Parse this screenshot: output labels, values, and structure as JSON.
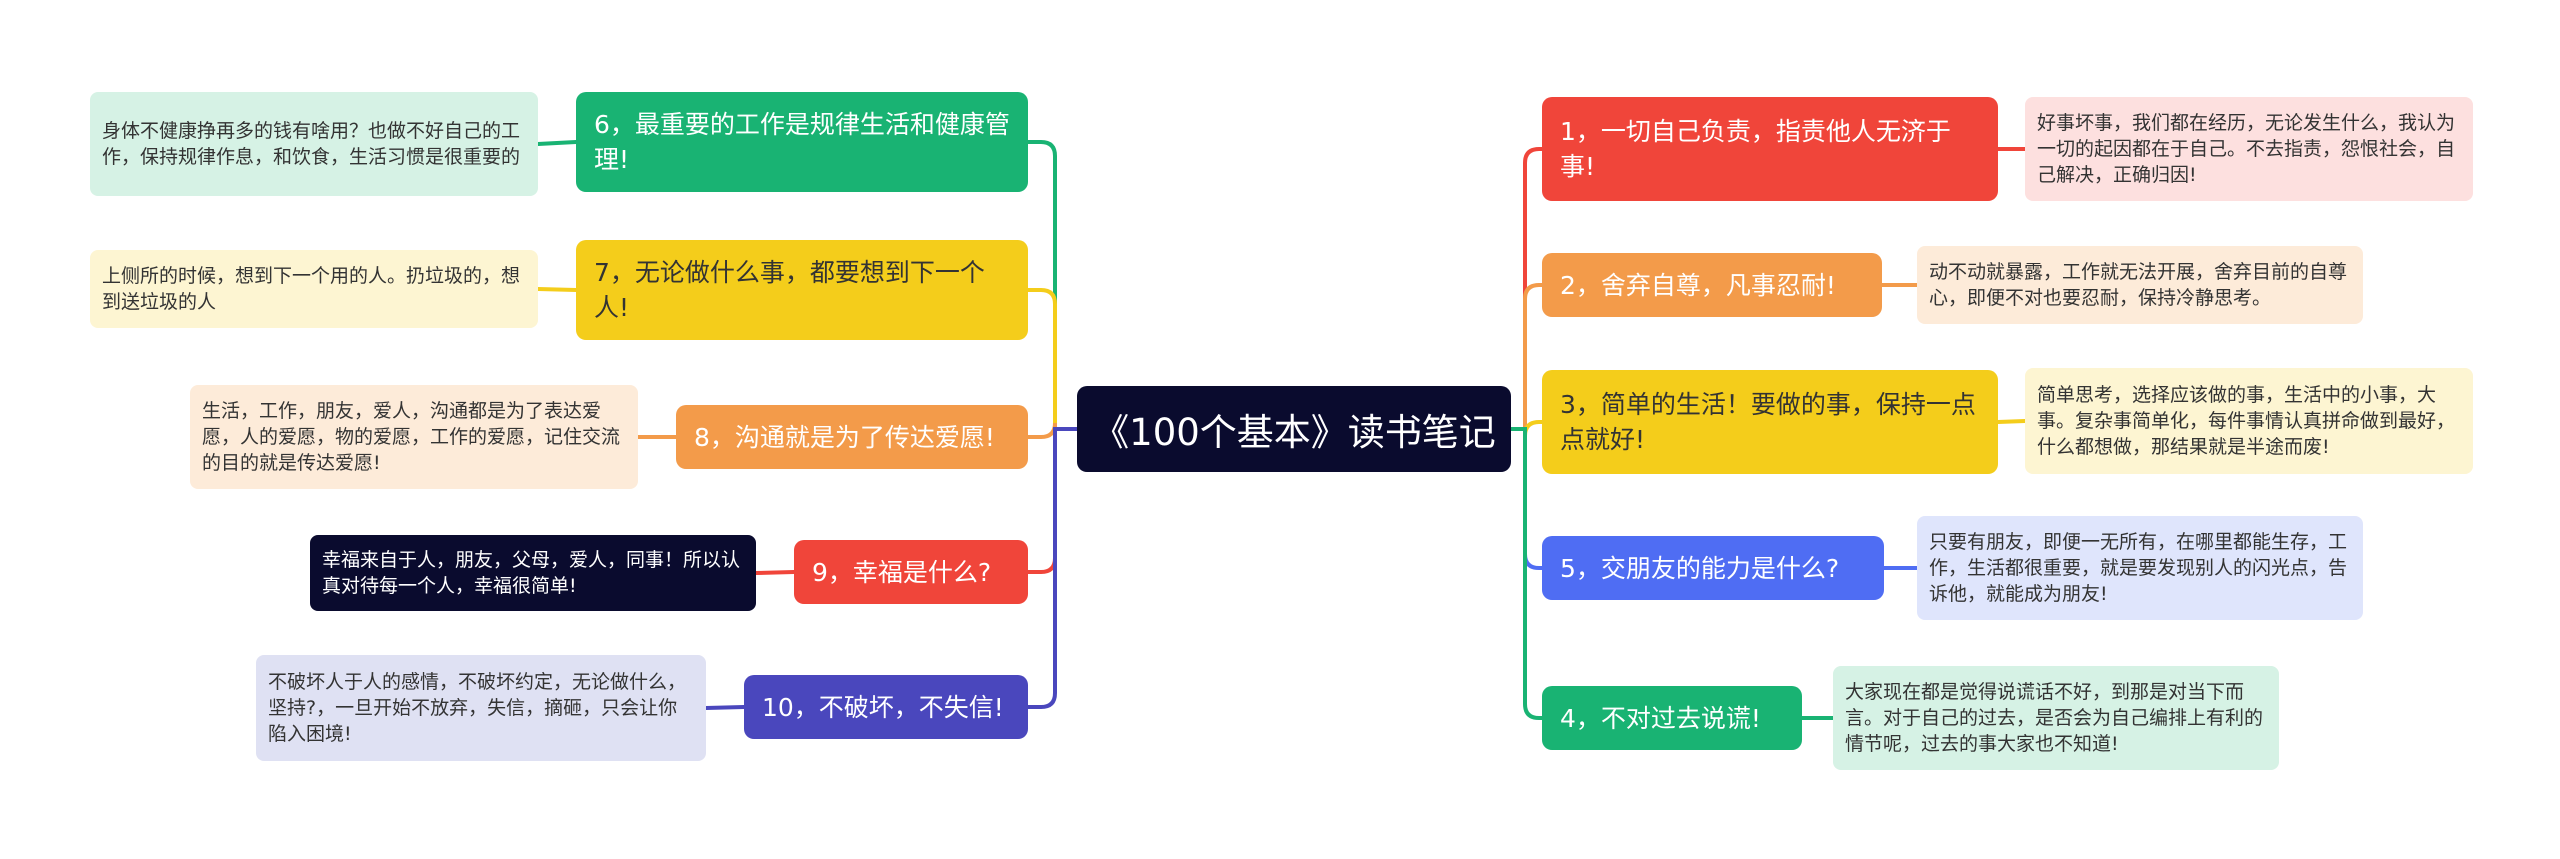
{
  "colors": {
    "red": "#f0453a",
    "orange": "#f39b4a",
    "yellow": "#f4cd1b",
    "blue": "#4f6df3",
    "green": "#19b373",
    "indigo": "#4a47bd",
    "center_bg": "#0a0b2e"
  },
  "center": {
    "title": "《100个基本》读书笔记"
  },
  "right_topics": [
    {
      "label": "1，一切自己负责，指责他人无济于事!",
      "note": "好事坏事，我们都在经历，无论发生什么，我认为一切的起因都在于自己。不去指责，怨恨社会，自己解决，正确归因!"
    },
    {
      "label": "2，舍弃自尊，凡事忍耐!",
      "note": "动不动就暴露，工作就无法开展，舍弃目前的自尊心，即便不对也要忍耐，保持冷静思考。"
    },
    {
      "label": "3，简单的生活！要做的事，保持一点点就好!",
      "note": "简单思考，选择应该做的事，生活中的小事，大事。复杂事简单化，每件事情认真拼命做到最好，什么都想做，那结果就是半途而废!"
    },
    {
      "label": "5，交朋友的能力是什么?",
      "note": "只要有朋友，即便一无所有，在哪里都能生存，工作，生活都很重要，就是要发现别人的闪光点，告诉他，就能成为朋友!"
    },
    {
      "label": "4，不对过去说谎!",
      "note": "大家现在都是觉得说谎话不好，到那是对当下而言。对于自己的过去，是否会为自己编排上有利的情节呢，过去的事大家也不知道!"
    }
  ],
  "left_topics": [
    {
      "label": "6，最重要的工作是规律生活和健康管理!",
      "note": "身体不健康挣再多的钱有啥用？也做不好自己的工作，保持规律作息，和饮食，生活习惯是很重要的"
    },
    {
      "label": "7，无论做什么事，都要想到下一个人!",
      "note": "上侧所的时候，想到下一个用的人。扔垃圾的，想到送垃圾的人"
    },
    {
      "label": "8，沟通就是为了传达爱愿!",
      "note": "生活，工作，朋友，爱人，沟通都是为了表达爱愿，人的爱愿，物的爱愿，工作的爱愿，记住交流的目的就是传达爱愿!"
    },
    {
      "label": "9，幸福是什么?",
      "note": "幸福来自于人，朋友，父母，爱人，同事！所以认真对待每一个人，幸福很简单!"
    },
    {
      "label": "10，不破坏，不失信!",
      "note": "不破坏人于人的感情，不破坏约定，无论做什么，坚持?，一旦开始不放弃，失信，摘砸，只会让你陷入困境!"
    }
  ]
}
